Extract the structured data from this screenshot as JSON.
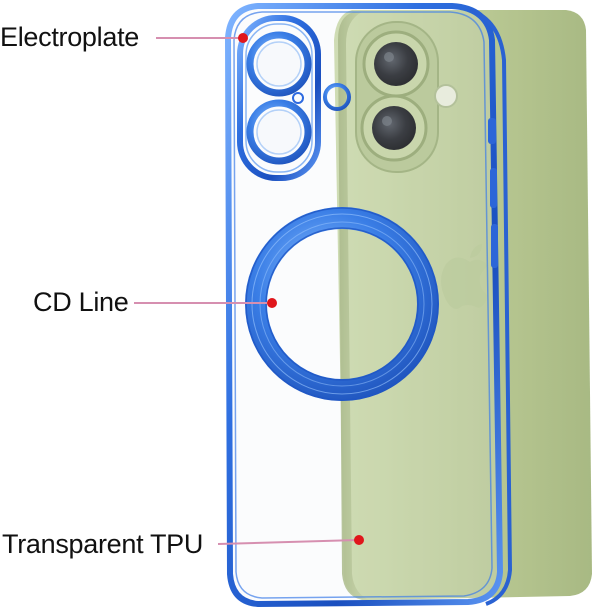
{
  "callouts": [
    {
      "id": "electroplate",
      "text": "Electroplate"
    },
    {
      "id": "cd-line",
      "text": "CD Line"
    },
    {
      "id": "transparent-tpu",
      "text": "Transparent TPU"
    }
  ],
  "colors": {
    "case_blue": "#1f5fd6",
    "case_blue_light": "#5a9cf0",
    "phone_green": "#bfcf9a",
    "phone_green_dark": "#a7ba80",
    "leader_line": "#d68fb0",
    "marker_dot": "#e0161b"
  },
  "icons": {
    "camera_rings": "camera-ring-icon",
    "magsafe_ring": "magsafe-ring-icon",
    "marker": "red-dot-marker"
  }
}
